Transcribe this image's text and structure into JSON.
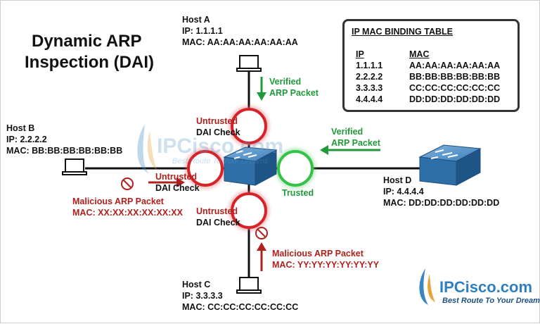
{
  "title": {
    "line1": "Dynamic ARP",
    "line2": "Inspection (DAI)"
  },
  "hosts": {
    "a": {
      "name": "Host A",
      "ip": "IP: 1.1.1.1",
      "mac": "MAC: AA:AA:AA:AA:AA:AA"
    },
    "b": {
      "name": "Host B",
      "ip": "IP: 2.2.2.2",
      "mac": "MAC: BB:BB:BB:BB:BB:BB"
    },
    "c": {
      "name": "Host C",
      "ip": "IP: 3.3.3.3",
      "mac": "MAC: CC:CC:CC:CC:CC:CC"
    },
    "d": {
      "name": "Host D",
      "ip": "IP: 4.4.4.4",
      "mac": "MAC: DD:DD:DD:DD:DD:DD"
    }
  },
  "ports": {
    "top": {
      "state": "Untrusted",
      "check": "DAI Check"
    },
    "left": {
      "state": "Untrusted",
      "check": "DAI Check"
    },
    "bottom": {
      "state": "Untrusted",
      "check": "DAI Check"
    },
    "right": {
      "state": "Trusted"
    }
  },
  "packets": {
    "verified_a": {
      "line1": "Verified",
      "line2": "ARP Packet"
    },
    "verified_d": {
      "line1": "Verified",
      "line2": "ARP Packet"
    },
    "malicious_b": {
      "label": "Malicious ARP Packet",
      "mac": "MAC: XX:XX:XX:XX:XX:XX"
    },
    "malicious_c": {
      "label": "Malicious ARP Packet",
      "mac": "MAC: YY:YY:YY:YY:YY:YY"
    }
  },
  "binding_table": {
    "title": "IP MAC BINDING TABLE",
    "headers": [
      "IP",
      "MAC"
    ],
    "rows": [
      [
        "1.1.1.1",
        "AA:AA:AA:AA:AA:AA"
      ],
      [
        "2.2.2.2",
        "BB:BB:BB:BB:BB:BB"
      ],
      [
        "3.3.3.3",
        "CC:CC:CC:CC:CC:CC"
      ],
      [
        "4.4.4.4",
        "DD:DD:DD:DD:DD:DD"
      ]
    ]
  },
  "watermark": {
    "brand": "IPCisco.com",
    "tagline": "Best Route To Your Dreams"
  },
  "colors": {
    "untrusted": "#b0201c",
    "trusted": "#1f9a3a",
    "link": "#111111",
    "switch": "#2f6fa8"
  }
}
